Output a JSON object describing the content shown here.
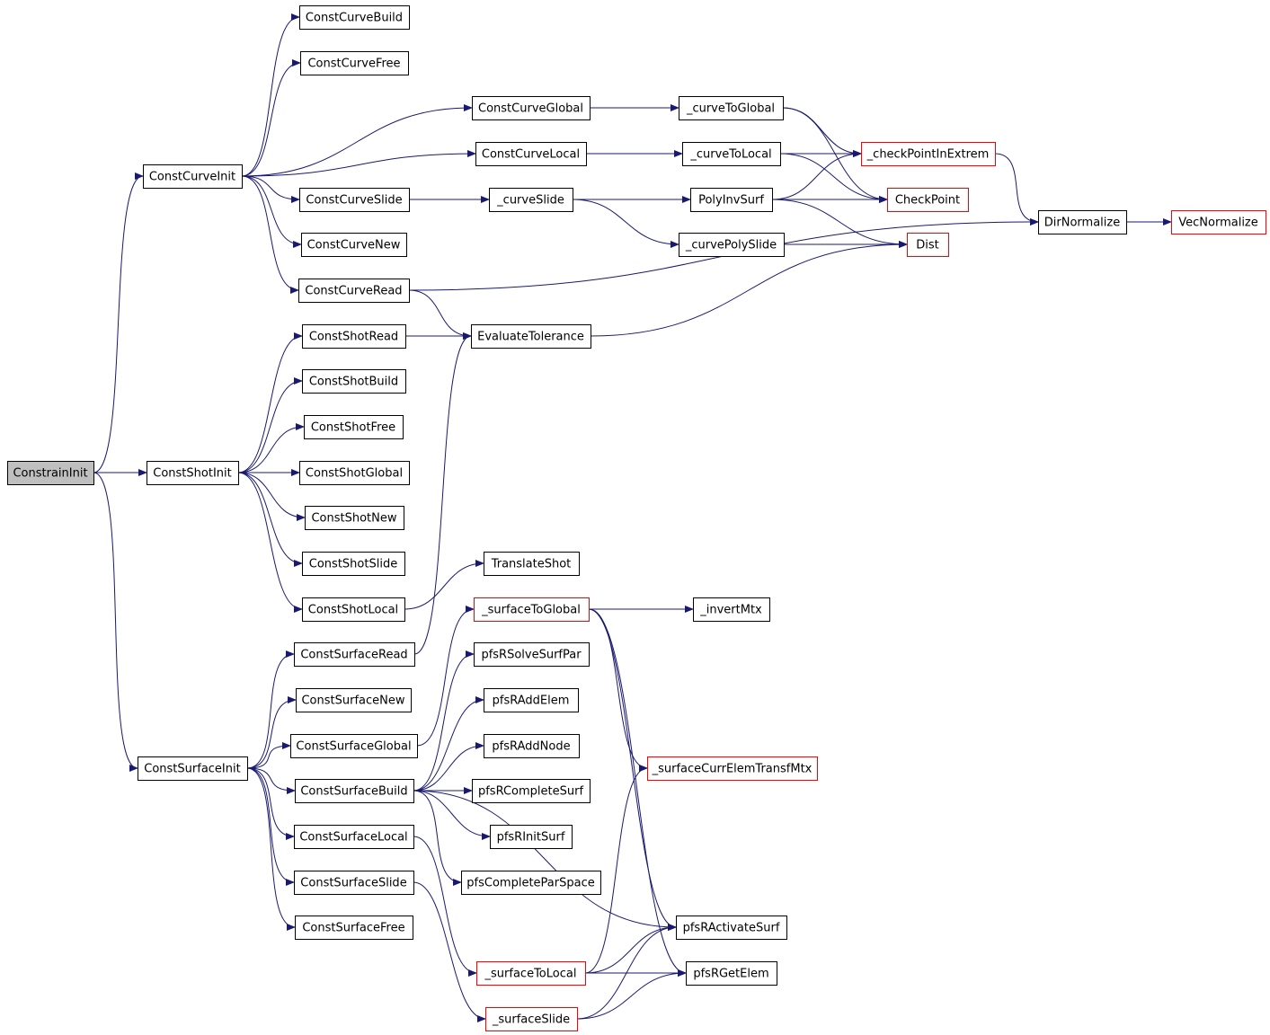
{
  "nodes": [
    {
      "id": "ConstrainInit",
      "label": "ConstrainInit",
      "style": "root"
    },
    {
      "id": "ConstCurveInit",
      "label": "ConstCurveInit",
      "style": "normal"
    },
    {
      "id": "ConstShotInit",
      "label": "ConstShotInit",
      "style": "normal"
    },
    {
      "id": "ConstSurfaceInit",
      "label": "ConstSurfaceInit",
      "style": "normal"
    },
    {
      "id": "ConstCurveBuild",
      "label": "ConstCurveBuild",
      "style": "normal"
    },
    {
      "id": "ConstCurveFree",
      "label": "ConstCurveFree",
      "style": "normal"
    },
    {
      "id": "ConstCurveGlobal",
      "label": "ConstCurveGlobal",
      "style": "normal"
    },
    {
      "id": "ConstCurveLocal",
      "label": "ConstCurveLocal",
      "style": "normal"
    },
    {
      "id": "ConstCurveSlide",
      "label": "ConstCurveSlide",
      "style": "normal"
    },
    {
      "id": "ConstCurveNew",
      "label": "ConstCurveNew",
      "style": "normal"
    },
    {
      "id": "ConstCurveRead",
      "label": "ConstCurveRead",
      "style": "normal"
    },
    {
      "id": "_curveToGlobal",
      "label": "_curveToGlobal",
      "style": "normal"
    },
    {
      "id": "_curveToLocal",
      "label": "_curveToLocal",
      "style": "normal"
    },
    {
      "id": "_curveSlide",
      "label": "_curveSlide",
      "style": "normal"
    },
    {
      "id": "PolyInvSurf",
      "label": "PolyInvSurf",
      "style": "normal"
    },
    {
      "id": "_curvePolySlide",
      "label": "_curvePolySlide",
      "style": "normal"
    },
    {
      "id": "_checkPointInExtrem",
      "label": "_checkPointInExtrem",
      "style": "external"
    },
    {
      "id": "CheckPoint",
      "label": "CheckPoint",
      "style": "external"
    },
    {
      "id": "Dist",
      "label": "Dist",
      "style": "external"
    },
    {
      "id": "DirNormalize",
      "label": "DirNormalize",
      "style": "normal"
    },
    {
      "id": "VecNormalize",
      "label": "VecNormalize",
      "style": "external"
    },
    {
      "id": "EvaluateTolerance",
      "label": "EvaluateTolerance",
      "style": "normal"
    },
    {
      "id": "ConstShotRead",
      "label": "ConstShotRead",
      "style": "normal"
    },
    {
      "id": "ConstShotBuild",
      "label": "ConstShotBuild",
      "style": "normal"
    },
    {
      "id": "ConstShotFree",
      "label": "ConstShotFree",
      "style": "normal"
    },
    {
      "id": "ConstShotGlobal",
      "label": "ConstShotGlobal",
      "style": "normal"
    },
    {
      "id": "ConstShotNew",
      "label": "ConstShotNew",
      "style": "normal"
    },
    {
      "id": "ConstShotSlide",
      "label": "ConstShotSlide",
      "style": "normal"
    },
    {
      "id": "ConstShotLocal",
      "label": "ConstShotLocal",
      "style": "normal"
    },
    {
      "id": "TranslateShot",
      "label": "TranslateShot",
      "style": "normal"
    },
    {
      "id": "ConstSurfaceRead",
      "label": "ConstSurfaceRead",
      "style": "normal"
    },
    {
      "id": "ConstSurfaceNew",
      "label": "ConstSurfaceNew",
      "style": "normal"
    },
    {
      "id": "ConstSurfaceGlobal",
      "label": "ConstSurfaceGlobal",
      "style": "normal"
    },
    {
      "id": "ConstSurfaceBuild",
      "label": "ConstSurfaceBuild",
      "style": "normal"
    },
    {
      "id": "ConstSurfaceLocal",
      "label": "ConstSurfaceLocal",
      "style": "normal"
    },
    {
      "id": "ConstSurfaceSlide",
      "label": "ConstSurfaceSlide",
      "style": "normal"
    },
    {
      "id": "ConstSurfaceFree",
      "label": "ConstSurfaceFree",
      "style": "normal"
    },
    {
      "id": "_surfaceToGlobal",
      "label": "_surfaceToGlobal",
      "style": "external"
    },
    {
      "id": "_invertMtx",
      "label": "_invertMtx",
      "style": "normal"
    },
    {
      "id": "pfsRSolveSurfPar",
      "label": "pfsRSolveSurfPar",
      "style": "normal"
    },
    {
      "id": "pfsRAddElem",
      "label": "pfsRAddElem",
      "style": "normal"
    },
    {
      "id": "pfsRAddNode",
      "label": "pfsRAddNode",
      "style": "normal"
    },
    {
      "id": "pfsRCompleteSurf",
      "label": "pfsRCompleteSurf",
      "style": "normal"
    },
    {
      "id": "pfsRInitSurf",
      "label": "pfsRInitSurf",
      "style": "normal"
    },
    {
      "id": "pfsCompleteParSpace",
      "label": "pfsCompleteParSpace",
      "style": "normal"
    },
    {
      "id": "_surfaceCurrElemTransfMtx",
      "label": "_surfaceCurrElemTransfMtx",
      "style": "external"
    },
    {
      "id": "pfsRActivateSurf",
      "label": "pfsRActivateSurf",
      "style": "normal"
    },
    {
      "id": "pfsRGetElem",
      "label": "pfsRGetElem",
      "style": "normal"
    },
    {
      "id": "_surfaceToLocal",
      "label": "_surfaceToLocal",
      "style": "external"
    },
    {
      "id": "_surfaceSlide",
      "label": "_surfaceSlide",
      "style": "external"
    }
  ],
  "edges": [
    [
      "ConstrainInit",
      "ConstCurveInit"
    ],
    [
      "ConstrainInit",
      "ConstShotInit"
    ],
    [
      "ConstrainInit",
      "ConstSurfaceInit"
    ],
    [
      "ConstCurveInit",
      "ConstCurveBuild"
    ],
    [
      "ConstCurveInit",
      "ConstCurveFree"
    ],
    [
      "ConstCurveInit",
      "ConstCurveGlobal"
    ],
    [
      "ConstCurveInit",
      "ConstCurveLocal"
    ],
    [
      "ConstCurveInit",
      "ConstCurveSlide"
    ],
    [
      "ConstCurveInit",
      "ConstCurveNew"
    ],
    [
      "ConstCurveInit",
      "ConstCurveRead"
    ],
    [
      "ConstCurveGlobal",
      "_curveToGlobal"
    ],
    [
      "ConstCurveLocal",
      "_curveToLocal"
    ],
    [
      "ConstCurveSlide",
      "_curveSlide"
    ],
    [
      "_curveToGlobal",
      "_checkPointInExtrem"
    ],
    [
      "_curveToGlobal",
      "CheckPoint"
    ],
    [
      "_curveToLocal",
      "_checkPointInExtrem"
    ],
    [
      "_curveToLocal",
      "CheckPoint"
    ],
    [
      "_curveSlide",
      "PolyInvSurf"
    ],
    [
      "_curveSlide",
      "_curvePolySlide"
    ],
    [
      "PolyInvSurf",
      "_checkPointInExtrem"
    ],
    [
      "PolyInvSurf",
      "CheckPoint"
    ],
    [
      "PolyInvSurf",
      "Dist"
    ],
    [
      "_curvePolySlide",
      "Dist"
    ],
    [
      "_checkPointInExtrem",
      "DirNormalize"
    ],
    [
      "DirNormalize",
      "VecNormalize"
    ],
    [
      "ConstCurveRead",
      "EvaluateTolerance"
    ],
    [
      "ConstCurveRead",
      "DirNormalize"
    ],
    [
      "EvaluateTolerance",
      "Dist"
    ],
    [
      "ConstShotInit",
      "ConstShotRead"
    ],
    [
      "ConstShotInit",
      "ConstShotBuild"
    ],
    [
      "ConstShotInit",
      "ConstShotFree"
    ],
    [
      "ConstShotInit",
      "ConstShotGlobal"
    ],
    [
      "ConstShotInit",
      "ConstShotNew"
    ],
    [
      "ConstShotInit",
      "ConstShotSlide"
    ],
    [
      "ConstShotInit",
      "ConstShotLocal"
    ],
    [
      "ConstShotRead",
      "EvaluateTolerance"
    ],
    [
      "ConstShotLocal",
      "TranslateShot"
    ],
    [
      "ConstSurfaceInit",
      "ConstSurfaceRead"
    ],
    [
      "ConstSurfaceInit",
      "ConstSurfaceNew"
    ],
    [
      "ConstSurfaceInit",
      "ConstSurfaceGlobal"
    ],
    [
      "ConstSurfaceInit",
      "ConstSurfaceBuild"
    ],
    [
      "ConstSurfaceInit",
      "ConstSurfaceLocal"
    ],
    [
      "ConstSurfaceInit",
      "ConstSurfaceSlide"
    ],
    [
      "ConstSurfaceInit",
      "ConstSurfaceFree"
    ],
    [
      "ConstSurfaceRead",
      "EvaluateTolerance"
    ],
    [
      "ConstSurfaceGlobal",
      "_surfaceToGlobal"
    ],
    [
      "ConstSurfaceBuild",
      "pfsRSolveSurfPar"
    ],
    [
      "ConstSurfaceBuild",
      "pfsRAddElem"
    ],
    [
      "ConstSurfaceBuild",
      "pfsRAddNode"
    ],
    [
      "ConstSurfaceBuild",
      "pfsRCompleteSurf"
    ],
    [
      "ConstSurfaceBuild",
      "pfsRInitSurf"
    ],
    [
      "ConstSurfaceBuild",
      "pfsCompleteParSpace"
    ],
    [
      "ConstSurfaceBuild",
      "pfsRActivateSurf"
    ],
    [
      "ConstSurfaceLocal",
      "_surfaceToLocal"
    ],
    [
      "ConstSurfaceSlide",
      "_surfaceSlide"
    ],
    [
      "_surfaceToGlobal",
      "_invertMtx"
    ],
    [
      "_surfaceToGlobal",
      "_surfaceCurrElemTransfMtx"
    ],
    [
      "_surfaceToGlobal",
      "pfsRActivateSurf"
    ],
    [
      "_surfaceToGlobal",
      "pfsRGetElem"
    ],
    [
      "_surfaceToLocal",
      "_surfaceCurrElemTransfMtx"
    ],
    [
      "_surfaceToLocal",
      "pfsRActivateSurf"
    ],
    [
      "_surfaceToLocal",
      "pfsRGetElem"
    ],
    [
      "_surfaceSlide",
      "pfsRActivateSurf"
    ],
    [
      "_surfaceSlide",
      "pfsRGetElem"
    ]
  ],
  "colors": {
    "edge": "#191970",
    "node_border": "#000000",
    "external_border": "#ff0000",
    "root_fill": "#bfbfbf",
    "background": "#ffffff"
  }
}
